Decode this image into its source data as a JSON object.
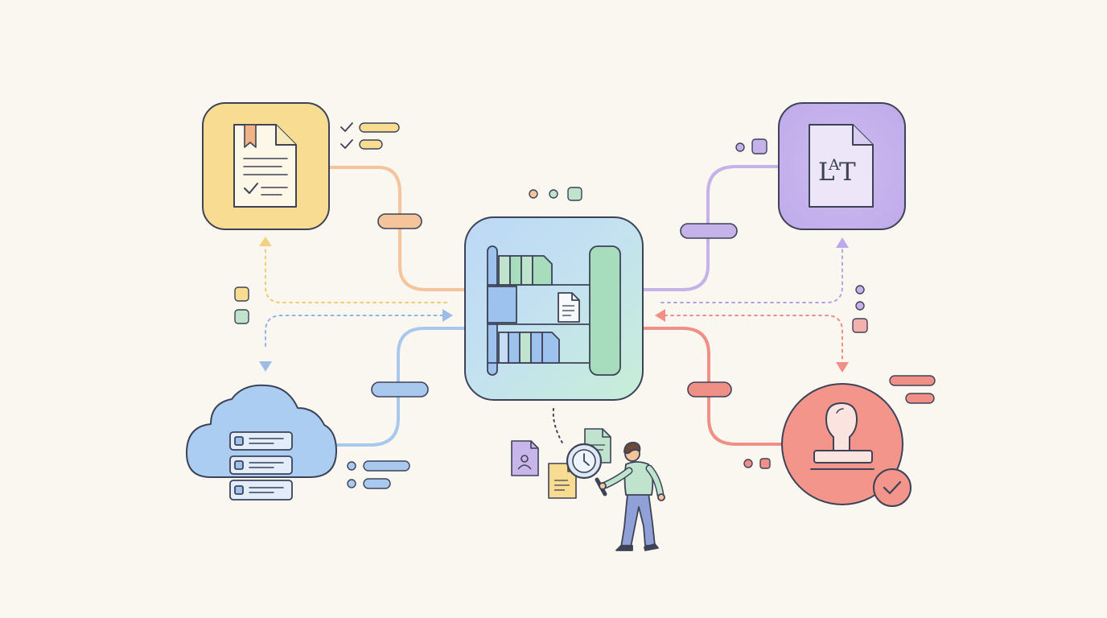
{
  "diagram": {
    "center_node": {
      "icon": "bookshelf-icon"
    },
    "nodes": [
      {
        "id": "document",
        "icon": "checklist-document-icon",
        "color": "#f7dc92"
      },
      {
        "id": "latex",
        "icon": "latex-file-icon",
        "label": "LATEX",
        "color": "#c8b6ea"
      },
      {
        "id": "cloud",
        "icon": "cloud-server-icon",
        "color": "#abcdf1"
      },
      {
        "id": "approval",
        "icon": "stamp-icon",
        "color": "#f4958c"
      }
    ],
    "researcher": {
      "icon": "person-with-magnifier-icon"
    },
    "palette": {
      "background": "#faf7f1",
      "outline": "#3d4257",
      "orange": "#f6c49a",
      "blue": "#a9c8ee",
      "purple": "#c4b2e8",
      "red": "#ef8f86",
      "green": "#bfe3cc",
      "yellow": "#f7dc92"
    }
  }
}
